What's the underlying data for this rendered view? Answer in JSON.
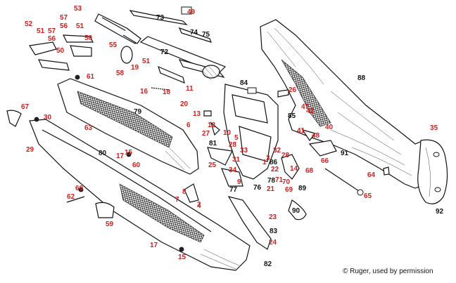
{
  "colors": {
    "red_label": "#d11f1f",
    "black_label": "#111111"
  },
  "copyright": "© Ruger, used by permission",
  "labels": {
    "l53": "53",
    "l49": "49",
    "l73": "73",
    "l52": "52",
    "l57a": "57",
    "l56a": "56",
    "l51a": "51",
    "l51b": "51",
    "l57b": "57",
    "l56b": "56",
    "l50a": "50",
    "l50b": "50",
    "l74": "74",
    "l75": "75",
    "l55": "55",
    "l72": "72",
    "l58": "58",
    "l51c": "51",
    "l19": "19",
    "l61": "61",
    "l88": "88",
    "l18": "18",
    "l16": "16",
    "l11": "11",
    "l84": "84",
    "l26": "26",
    "l20": "20",
    "l47": "47",
    "l79": "79",
    "l67": "67",
    "l30": "30",
    "l13": "13",
    "l42": "42",
    "l85": "85",
    "l6": "6",
    "l12": "12",
    "l40": "40",
    "l63": "63",
    "l10": "10",
    "l5": "5",
    "l27": "27",
    "l41": "41",
    "l48": "48",
    "l35": "35",
    "l81": "81",
    "l28a": "28",
    "l29": "29",
    "l80": "80",
    "l17a": "17",
    "l15a": "15",
    "l33": "33",
    "l32": "32",
    "l28b": "28",
    "l91": "91",
    "l31": "31",
    "l3": "3",
    "l60a": "60",
    "l25": "25",
    "l1": "1",
    "l86": "86",
    "l34": "34",
    "l66": "66",
    "l22": "22",
    "l14": "14",
    "l68": "68",
    "l64": "64",
    "l9": "9",
    "l76": "76",
    "l78": "78",
    "l71": "71",
    "l70": "70",
    "l69": "69",
    "l89": "89",
    "l60b": "60",
    "l8": "8",
    "l77": "77",
    "l65": "65",
    "l62": "62",
    "l7": "7",
    "l4": "4",
    "l2": "2",
    "l21": "21",
    "l92": "92",
    "l90": "90",
    "l23": "23",
    "l59": "59",
    "l83": "83",
    "l24": "24",
    "l17b": "17",
    "l15b": "15",
    "l82": "82"
  },
  "label_colors": {
    "red": [
      "l53",
      "l49",
      "l52",
      "l57a",
      "l56a",
      "l51a",
      "l51b",
      "l57b",
      "l56b",
      "l50a",
      "l50b",
      "l55",
      "l58",
      "l51c",
      "l19",
      "l61",
      "l18",
      "l16",
      "l11",
      "l26",
      "l20",
      "l47",
      "l67",
      "l30",
      "l13",
      "l42",
      "l6",
      "l12",
      "l40",
      "l63",
      "l10",
      "l5",
      "l27",
      "l41",
      "l48",
      "l35",
      "l28a",
      "l29",
      "l17a",
      "l15a",
      "l33",
      "l32",
      "l28b",
      "l31",
      "l3",
      "l60a",
      "l25",
      "l1",
      "l34",
      "l66",
      "l22",
      "l14",
      "l68",
      "l64",
      "l9",
      "l71",
      "l70",
      "l69",
      "l60b",
      "l8",
      "l65",
      "l62",
      "l7",
      "l4",
      "l2",
      "l21",
      "l23",
      "l59",
      "l24",
      "l17b",
      "l15b"
    ],
    "black": [
      "l73",
      "l74",
      "l75",
      "l72",
      "l88",
      "l84",
      "l79",
      "l85",
      "l81",
      "l80",
      "l91",
      "l86",
      "l76",
      "l78",
      "l89",
      "l77",
      "l92",
      "l90",
      "l83",
      "l82"
    ]
  }
}
